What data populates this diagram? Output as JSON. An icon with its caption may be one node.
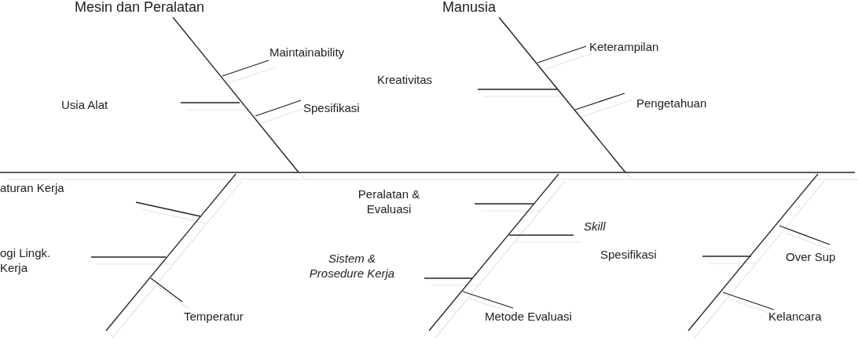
{
  "diagram": {
    "labels": [
      "Mesin dan Peralatan",
      "Manusia",
      "Maintainability",
      "Keterampilan",
      "Kreativitas",
      "Usia Alat",
      "Spesifikasi",
      "Pengetahuan",
      "aturan Kerja",
      "Peralatan & Evaluasi",
      "Skill",
      "ogi Lingk. Kerja",
      "Sistem & Prosedure Kerja",
      "Spesifikasi",
      "Over Sup",
      "Temperatur",
      "Metode Evaluasi",
      "Kelancara"
    ]
  }
}
